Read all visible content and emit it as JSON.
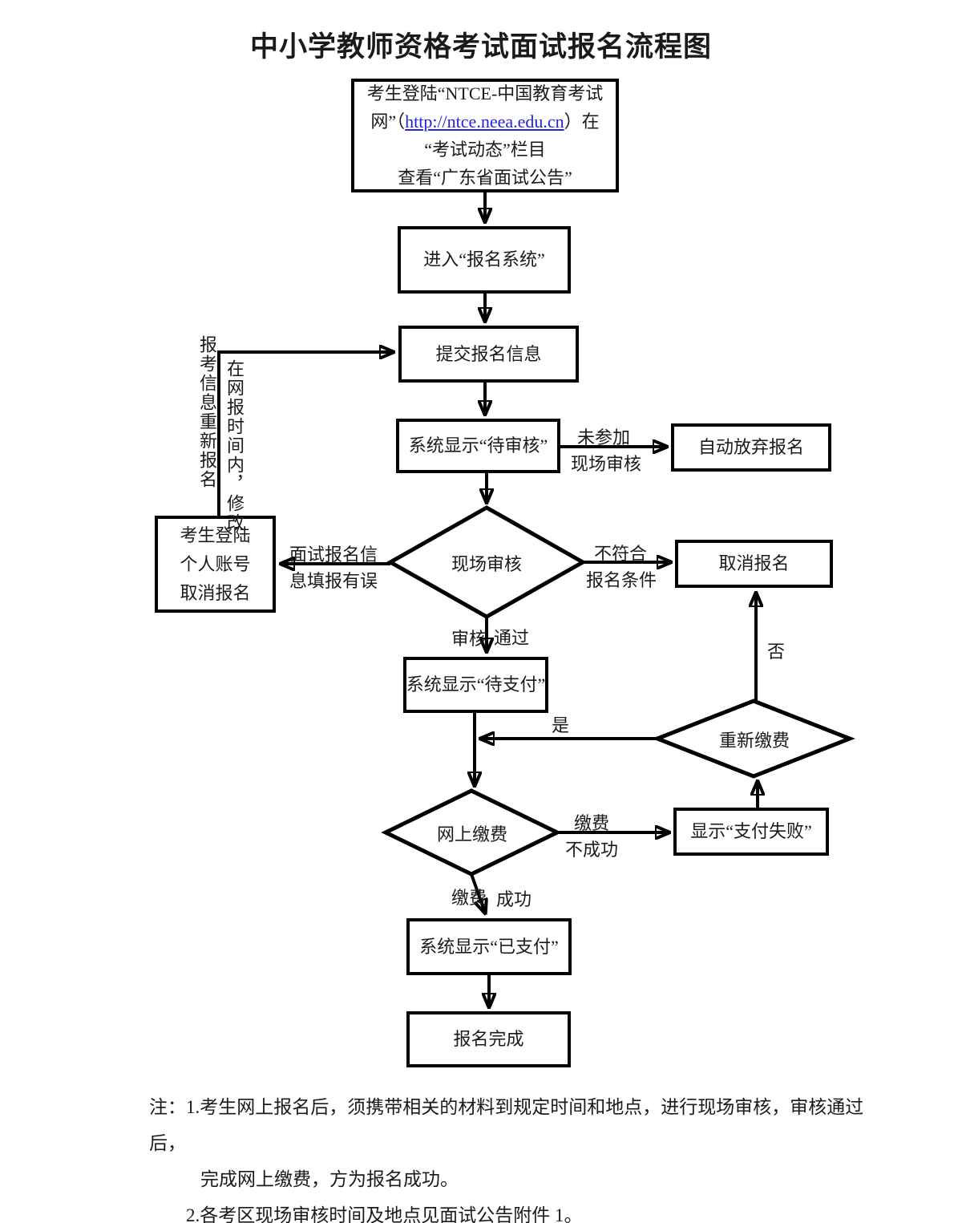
{
  "page": {
    "title": "中小学教师资格考试面试报名流程图"
  },
  "nodes": {
    "login": {
      "line1": "考生登陆“NTCE-中国教育考试",
      "line2_prefix": "网”（",
      "link_text": "http://ntce.neea.edu.cn",
      "line2_suffix": "）在",
      "line3": "“考试动态”栏目",
      "line4": "查看“广东省面试公告”"
    },
    "enter_system": {
      "label": "进入“报名系统”"
    },
    "submit_info": {
      "label": "提交报名信息"
    },
    "status_pending_review": {
      "label": "系统显示“待审核”"
    },
    "auto_abandon": {
      "label": "自动放弃报名"
    },
    "onsite_review": {
      "label": "现场审核"
    },
    "cancel_account": {
      "line1": "考生登陆",
      "line2": "个人账号",
      "line3": "取消报名"
    },
    "cancel_registration": {
      "label": "取消报名"
    },
    "status_pending_payment": {
      "label": "系统显示“待支付”"
    },
    "repay_decision": {
      "label": "重新缴费"
    },
    "online_payment": {
      "label": "网上缴费"
    },
    "payment_failed": {
      "label": "显示“支付失败”"
    },
    "status_paid": {
      "label": "系统显示“已支付”"
    },
    "registration_complete": {
      "label": "报名完成"
    }
  },
  "edge_labels": {
    "no_show_line1": "未参加",
    "no_show_line2": "现场审核",
    "info_error_line1": "面试报名信",
    "info_error_line2": "息填报有误",
    "not_qualified_line1": "不符合",
    "not_qualified_line2": "报名条件",
    "review_pass_left": "审核",
    "review_pass_right": "通过",
    "yes": "是",
    "no": "否",
    "pay_fail_line1": "缴费",
    "pay_fail_line2": "不成功",
    "pay_success_left": "缴费",
    "pay_success_right": "成功",
    "reregister_vertical": "报考信息重新报名",
    "modify_vertical": "在网报时间内，修改"
  },
  "notes": {
    "prefix": "注：",
    "item1_line1": "1.考生网上报名后，须携带相关的材料到规定时间和地点，进行现场审核，审核通过后，",
    "item1_line2": "完成网上缴费，方为报名成功。",
    "item2": "2.各考区现场审核时间及地点见面试公告附件 1。"
  },
  "colors": {
    "ink": "#1a1a1a",
    "border": "#000000",
    "link": "#2222dd",
    "background": "#ffffff"
  }
}
